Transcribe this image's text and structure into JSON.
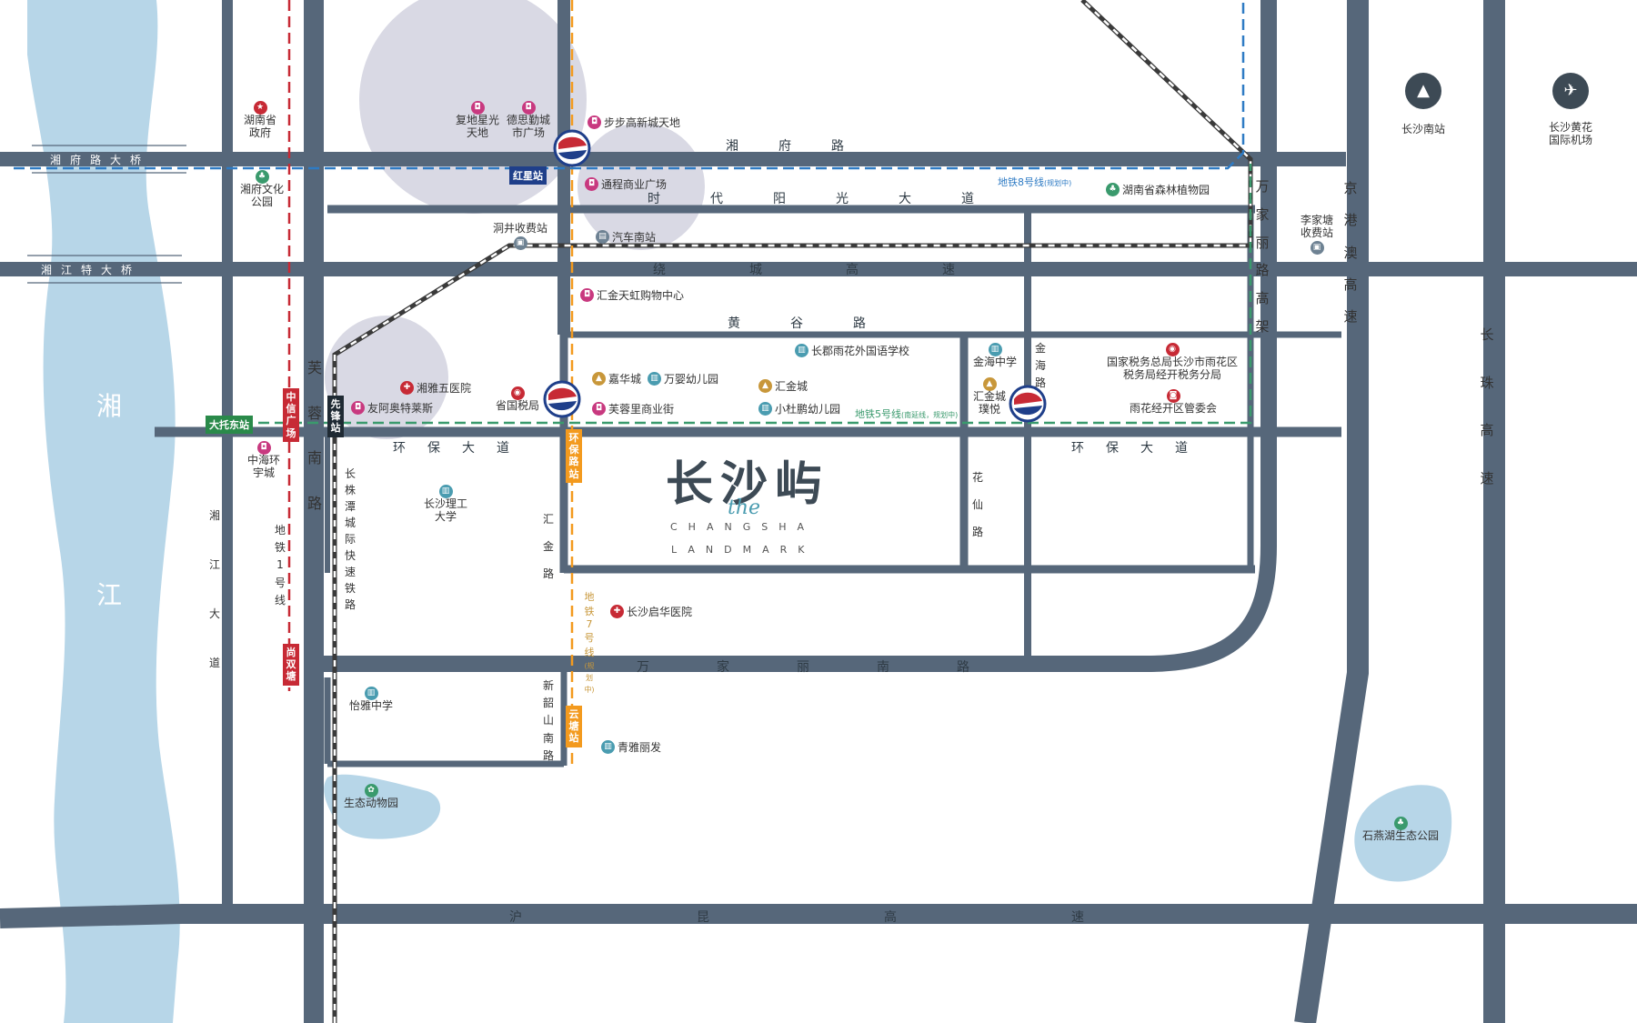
{
  "brand": {
    "cn": "长沙屿",
    "the": "the",
    "en_line1": "CHANGSHA",
    "en_line2": "LANDMARK"
  },
  "colors": {
    "road": "#56677a",
    "river": "#b7d6e8",
    "metro1": "#c72a35",
    "metro7": "#f39a1e",
    "metro5": "#3a9a6d",
    "metro8": "#2e7bc4",
    "rail": "#4a4a4a",
    "zone": "#d9d9e4"
  },
  "rivers": [
    {
      "name": "湘江"
    }
  ],
  "roads": {
    "xiangfu_bridge": "湘府路大桥",
    "xiangjiang_bridge": "湘江特大桥",
    "xiangfu": "湘府路",
    "shidai": "时代阳光大道",
    "raocheng": "绕城高速",
    "huanggu": "黄谷路",
    "huanbao_w": "环保大道",
    "huanbao_e": "环保大道",
    "wanjiali_s": "万家丽南路",
    "hukun": "沪昆高速",
    "furong": "芙蓉南路",
    "xiangjiang_ave": "湘江大道",
    "huijin": "汇金路",
    "xinshao": "新韶山南路",
    "huaxian": "花仙路",
    "jinhai": "金海路",
    "wanjiali": "万家丽路高架",
    "jinggang": "京港澳高速",
    "changzhu": "长珠高速",
    "rail_czt": "长株潭城际快速铁路"
  },
  "metro_lines": {
    "line1": "地铁1号线",
    "line7": "地铁7号线",
    "line7_note": "(规划中)",
    "line5": "地铁5号线",
    "line5_note": "(南延线，规划中)",
    "line8": "地铁8号线",
    "line8_note": "(规划中)"
  },
  "stations": {
    "hongxing": "红星站",
    "datuodong": "大托东站",
    "zhongxin": "中信广场",
    "shangshuang": "尚双塘",
    "xianfeng": "先锋站",
    "huanbaolu": "环保路站",
    "yuntang": "云塘站"
  },
  "pois": [
    {
      "key": "gov",
      "name": "湖南省政府",
      "icon": "red-star-icon"
    },
    {
      "key": "xfpark",
      "name": "湘府文化公园",
      "icon": "tree-icon"
    },
    {
      "key": "zhonghai",
      "name": "中海环宇城",
      "icon": "shopping-bag-icon"
    },
    {
      "key": "fudi",
      "name": "复地星光天地",
      "icon": "shopping-bag-icon"
    },
    {
      "key": "desile",
      "name": "德思勤城市广场",
      "icon": "shopping-bag-icon"
    },
    {
      "key": "bubugao",
      "name": "步步高新城天地",
      "icon": "shopping-bag-icon"
    },
    {
      "key": "tongcheng",
      "name": "通程商业广场",
      "icon": "shopping-bag-icon"
    },
    {
      "key": "dongjing",
      "name": "洞井收费站",
      "icon": "toll-icon"
    },
    {
      "key": "qichenan",
      "name": "汽车南站",
      "icon": "bus-icon"
    },
    {
      "key": "huijin_mall",
      "name": "汇金天虹购物中心",
      "icon": "shopping-bag-icon"
    },
    {
      "key": "senlin",
      "name": "湖南省森林植物园",
      "icon": "tree-icon"
    },
    {
      "key": "lijiatang",
      "name": "李家塘收费站",
      "icon": "toll-icon"
    },
    {
      "key": "xiangya5",
      "name": "湘雅五医院",
      "icon": "hospital-icon"
    },
    {
      "key": "youa",
      "name": "友阿奥特莱斯",
      "icon": "shopping-bag-icon"
    },
    {
      "key": "shengguoshui",
      "name": "省国税局",
      "icon": "tax-icon"
    },
    {
      "key": "changjun",
      "name": "长郡雨花外国语学校",
      "icon": "school-icon"
    },
    {
      "key": "jiahua",
      "name": "嘉华城",
      "icon": "residence-icon"
    },
    {
      "key": "wanying",
      "name": "万婴幼儿园",
      "icon": "school-icon"
    },
    {
      "key": "furongli",
      "name": "芙蓉里商业街",
      "icon": "shopping-bag-icon"
    },
    {
      "key": "huijincheng",
      "name": "汇金城",
      "icon": "residence-icon"
    },
    {
      "key": "xiaodupeng",
      "name": "小杜鹏幼儿园",
      "icon": "school-icon"
    },
    {
      "key": "jinhai_school",
      "name": "金海中学",
      "icon": "school-icon"
    },
    {
      "key": "huijin_pu",
      "name": "汇金城璞悦",
      "icon": "residence-icon"
    },
    {
      "key": "guoshui_bureau",
      "name": "国家税务总局长沙市雨花区税务局经开税务分局",
      "icon": "tax-icon"
    },
    {
      "key": "yuhua_admin",
      "name": "雨花经开区管委会",
      "icon": "gov-icon"
    },
    {
      "key": "cslg",
      "name": "长沙理工大学",
      "icon": "school-icon"
    },
    {
      "key": "qihua",
      "name": "长沙启华医院",
      "icon": "hospital-icon"
    },
    {
      "key": "yiya",
      "name": "怡雅中学",
      "icon": "school-icon"
    },
    {
      "key": "qingya",
      "name": "青雅丽发",
      "icon": "school-icon"
    },
    {
      "key": "zoo",
      "name": "生态动物园",
      "icon": "zoo-icon"
    },
    {
      "key": "shiyanhu",
      "name": "石燕湖生态公园",
      "icon": "tree-icon"
    },
    {
      "key": "csnan",
      "name": "长沙南站",
      "icon": "train-icon"
    },
    {
      "key": "airport",
      "name": "长沙黄花国际机场",
      "icon": "airplane-icon"
    }
  ]
}
